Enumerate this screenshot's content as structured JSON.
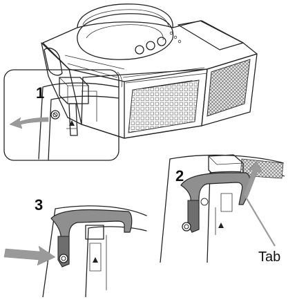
{
  "steps": [
    {
      "number": "1"
    },
    {
      "number": "2"
    },
    {
      "number": "3"
    }
  ],
  "callouts": {
    "tab_label": "Tab"
  },
  "colors": {
    "line": "#222222",
    "gray_part": "#8f8f8f",
    "gray_dark": "#6e6e6e",
    "arrow": "#9a9a9a",
    "vent": "#c8c8c8"
  }
}
